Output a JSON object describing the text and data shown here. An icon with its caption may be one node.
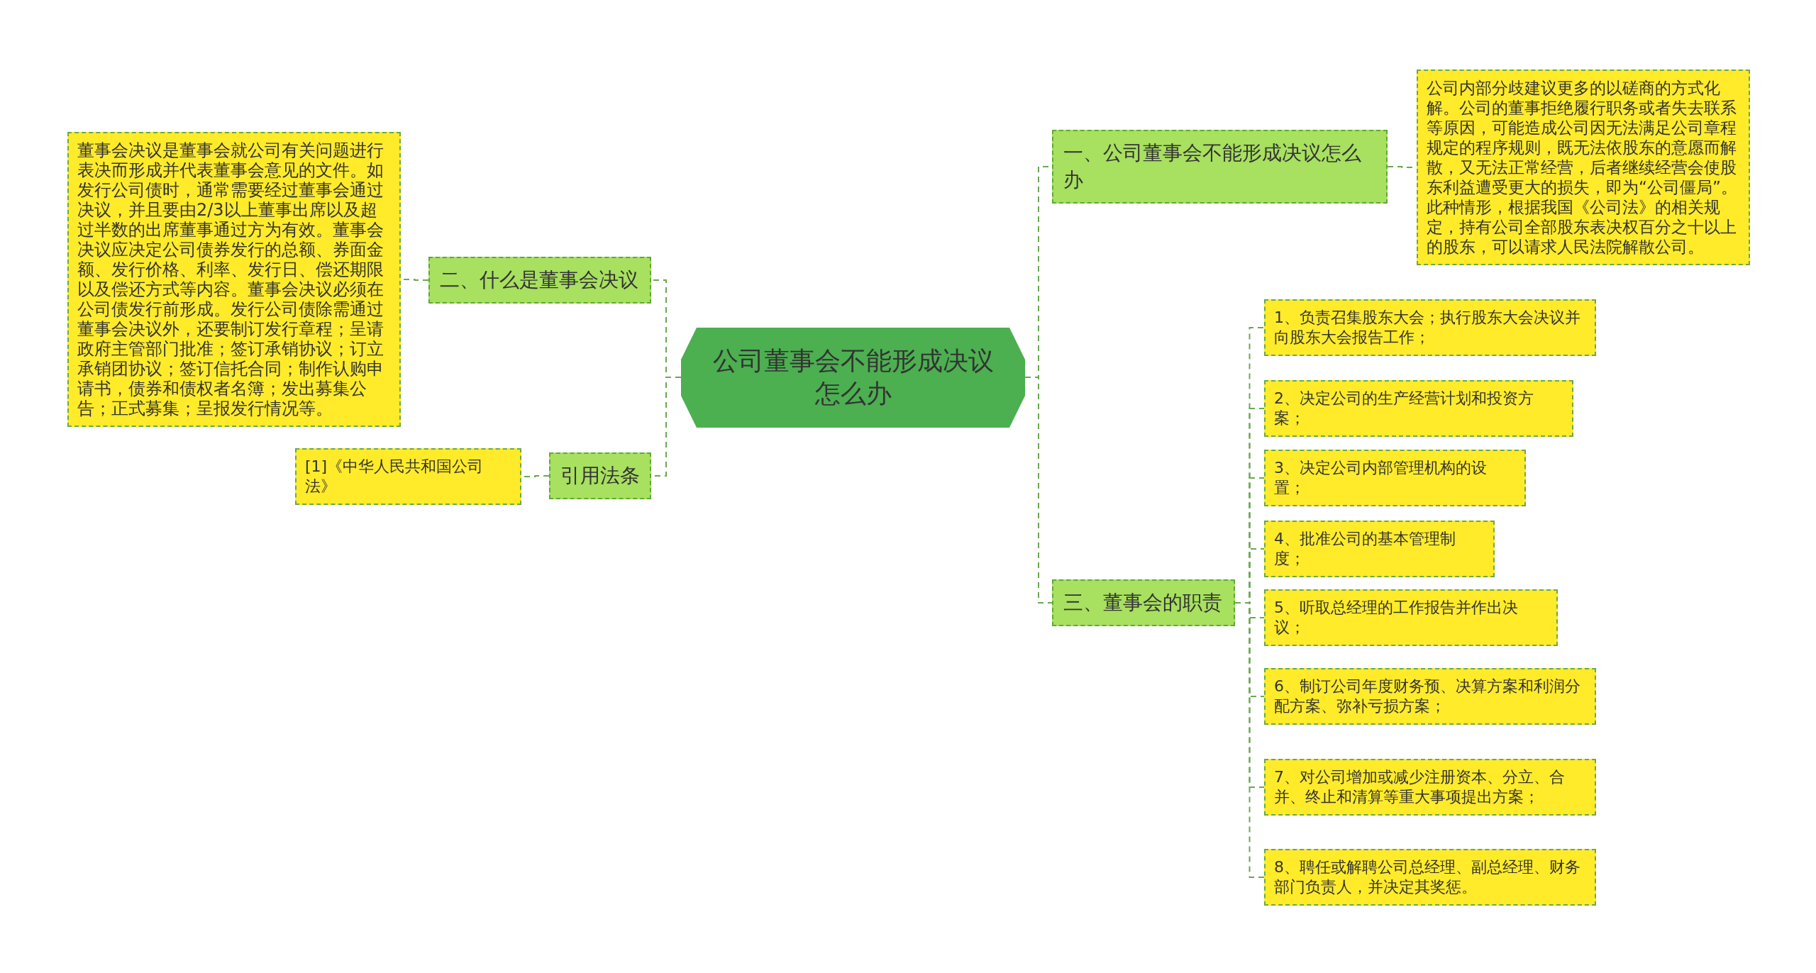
{
  "diagram": {
    "nodes": [
      {
        "text": [
          "公司董事会不能形成决议怎么办"
        ]
      },
      {
        "text": [
          "一、公司董事会不能形成决议怎么办"
        ]
      },
      {
        "text": [
          "公司内部分歧建议更多的以磋商的方式化解。公司的董事拒绝履行职务或者失去联系等原因，可能造成公司因无法满足公司章程规定的程序规则，既无法依股东的意愿而解散，又无法正常经营，后者继续经营会使股东利益遭受更大的损失，即为“公司僵局”。此种情形，根据我国《公司法》的相关规定，持有公司全部股东表决权百分之十以上的股东，可以请求人民法院解散公司。"
        ]
      },
      {
        "text": [
          "二、什么是董事会决议"
        ]
      },
      {
        "text": [
          "董事会决议是董事会就公司有关问题进行表决而形成并代表董事会意见的文件。如发行公司债时，通常需要经过董事会通过决议，并且要由2/3以上董事出席以及超过半数的出席董事通过方为有效。董事会决议应决定公司债券发行的总额、券面金额、发行价格、利率、发行日、偿还期限以及偿还方式等内容。董事会决议必须在公司债发行前形成。发行公司债除需通过董事会决议外，还要制订发行章程；呈请政府主管部门批准；签订承销协议；订立承销团协议；签订信托合同；制作认购申请书，债券和债权者名簿；发出募集公告；正式募集；呈报发行情况等。"
        ]
      },
      {
        "text": [
          "引用法条"
        ]
      },
      {
        "text": [
          "[1]《中华人民共和国公司法》"
        ]
      },
      {
        "text": [
          "三、董事会的职责"
        ]
      },
      {
        "text": [
          "1、负责召集股东大会；执行股东大会决议并向股东大会报告工作；"
        ]
      },
      {
        "text": [
          "2、决定公司的生产经营计划和投资方案；"
        ]
      },
      {
        "text": [
          "3、决定公司内部管理机构的设置；"
        ]
      },
      {
        "text": [
          "4、批准公司的基本管理制度；"
        ]
      },
      {
        "text": [
          "5、听取总经理的工作报告并作出决议；"
        ]
      },
      {
        "text": [
          "6、制订公司年度财务预、决算方案和利润分配方案、弥补亏损方案；"
        ]
      },
      {
        "text": [
          "7、对公司增加或减少注册资本、分立、合并、终止和清算等重大事项提出方案；"
        ]
      },
      {
        "text": [
          "8、聘任或解聘公司总经理、副总经理、财务部门负责人，并决定其奖惩。"
        ]
      }
    ],
    "edges": [
      {
        "from": 0,
        "to": 1,
        "arrow": "none"
      },
      {
        "from": 1,
        "to": 2,
        "arrow": "none"
      },
      {
        "from": 0,
        "to": 3,
        "arrow": "none"
      },
      {
        "from": 3,
        "to": 4,
        "arrow": "none"
      },
      {
        "from": 0,
        "to": 5,
        "arrow": "none"
      },
      {
        "from": 5,
        "to": 6,
        "arrow": "none"
      },
      {
        "from": 0,
        "to": 7,
        "arrow": "none"
      },
      {
        "from": 7,
        "to": 8,
        "arrow": "none"
      },
      {
        "from": 7,
        "to": 9,
        "arrow": "none"
      },
      {
        "from": 7,
        "to": 10,
        "arrow": "none"
      },
      {
        "from": 7,
        "to": 11,
        "arrow": "none"
      },
      {
        "from": 7,
        "to": 12,
        "arrow": "none"
      },
      {
        "from": 7,
        "to": 13,
        "arrow": "none"
      },
      {
        "from": 7,
        "to": 14,
        "arrow": "none"
      },
      {
        "from": 7,
        "to": 15,
        "arrow": "none"
      }
    ]
  }
}
